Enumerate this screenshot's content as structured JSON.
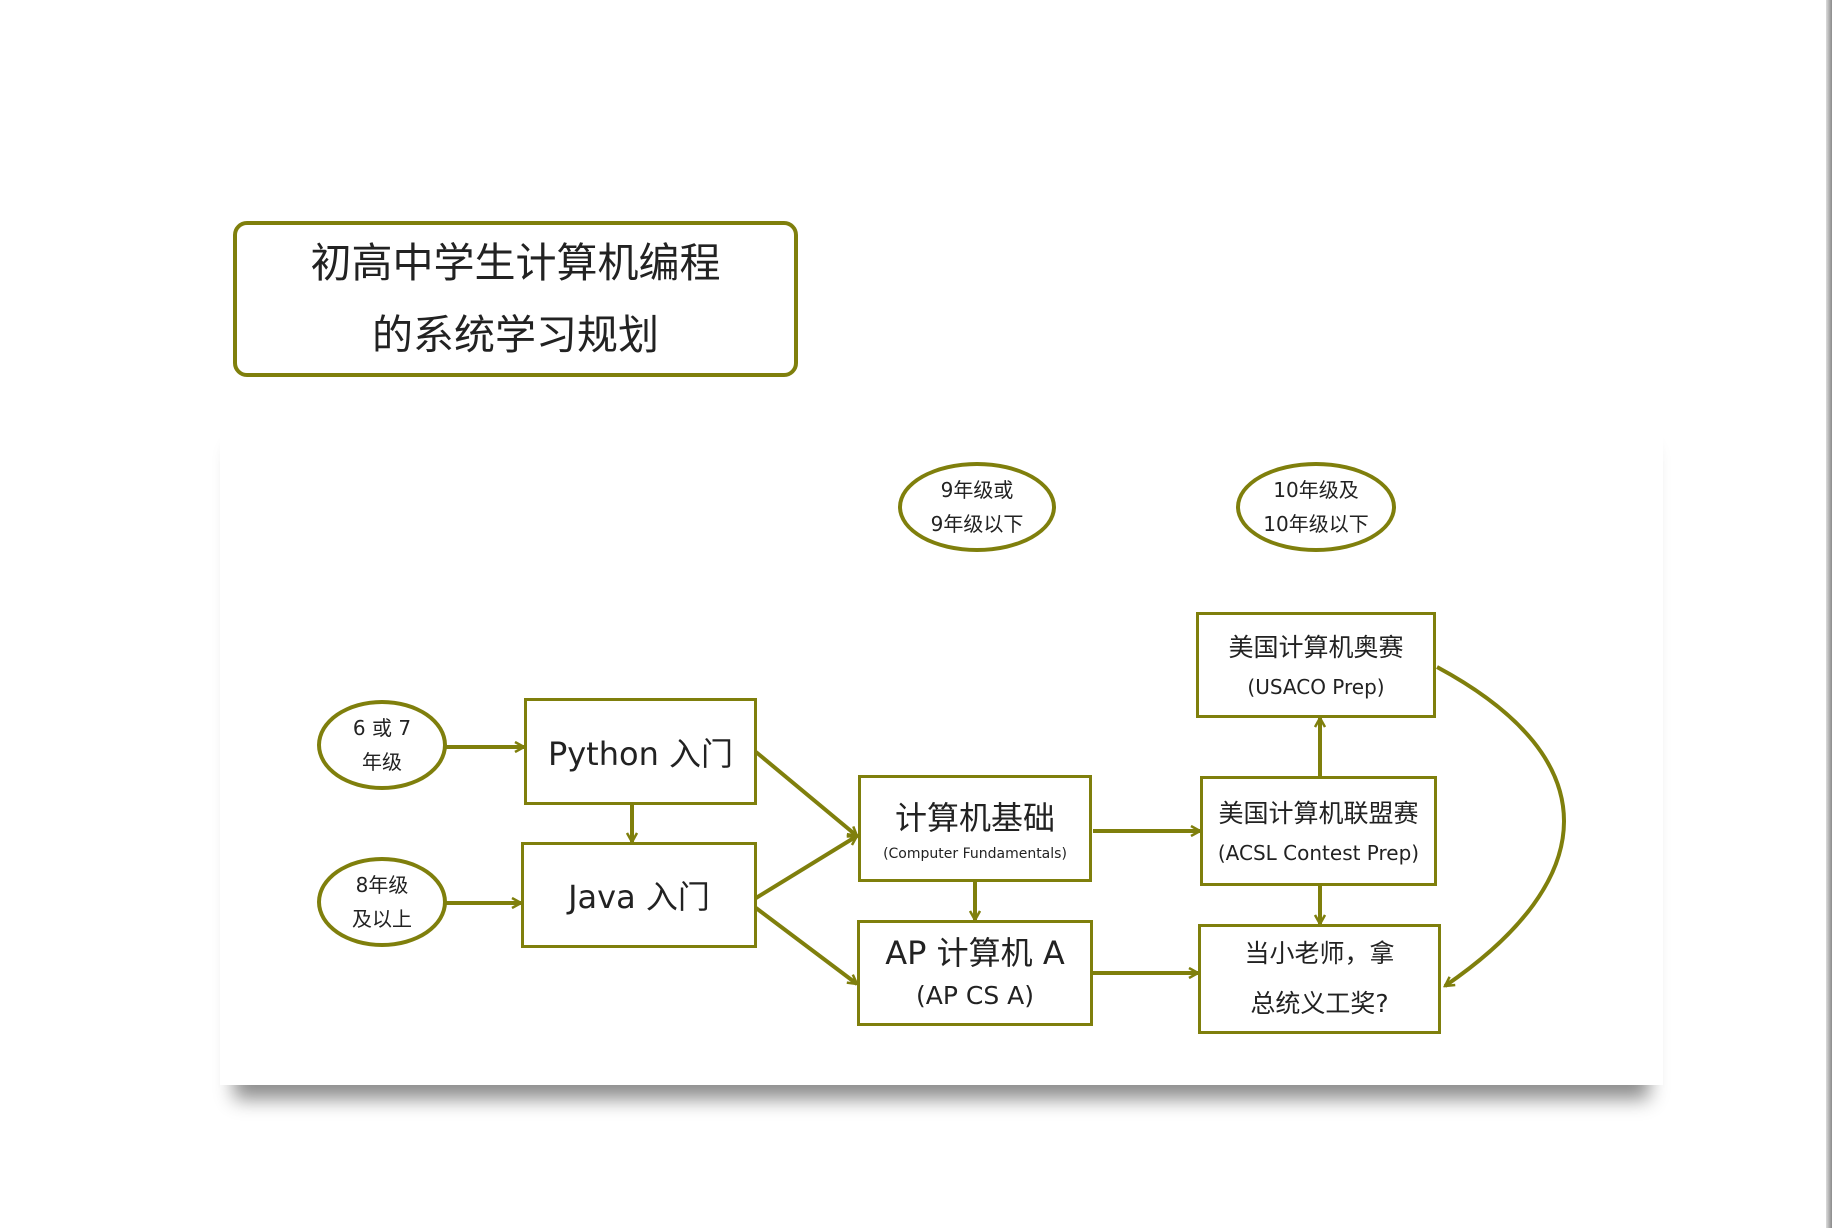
{
  "title": {
    "line1": "初高中学生计算机编程",
    "line2": "的系统学习规划"
  },
  "colors": {
    "accent": "#7f7f0c",
    "text": "#222222"
  },
  "ovals": {
    "grade67": {
      "line1": "6 或 7",
      "line2": "年级"
    },
    "grade8": {
      "line1": "8年级",
      "line2": "及以上"
    },
    "grade9": {
      "line1": "9年级或",
      "line2": "9年级以下"
    },
    "grade10": {
      "line1": "10年级及",
      "line2": "10年级以下"
    }
  },
  "nodes": {
    "python": {
      "label": "Python 入门"
    },
    "java": {
      "label": "Java 入门"
    },
    "fundamentals": {
      "label": "计算机基础",
      "sub": "(Computer Fundamentals)"
    },
    "apcs": {
      "label": "AP 计算机 A",
      "sub": "(AP CS A)"
    },
    "usaco": {
      "label": "美国计算机奥赛",
      "sub": "(USACO Prep)"
    },
    "acsl": {
      "label": "美国计算机联盟赛",
      "sub": "(ACSL Contest Prep)"
    },
    "teacher": {
      "line1": "当小老师，拿",
      "line2": "总统义工奖?"
    }
  }
}
